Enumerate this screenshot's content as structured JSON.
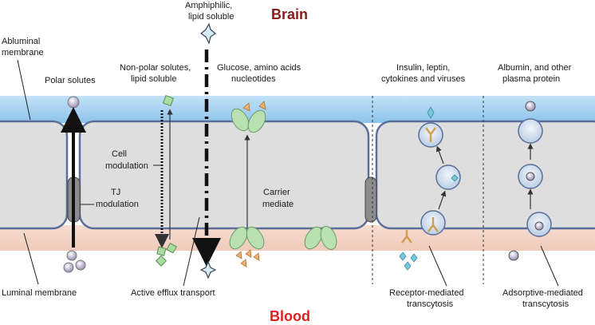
{
  "titles": {
    "brain": "Brain",
    "blood": "Blood"
  },
  "labels": {
    "abluminal_line1": "Abluminal",
    "abluminal_line2": "membrane",
    "luminal": "Luminal membrane",
    "polar": "Polar solutes",
    "amphiphilic_line1": "Amphiphilic,",
    "amphiphilic_line2": "lipid soluble",
    "nonpolar_line1": "Non-polar solutes,",
    "nonpolar_line2": "lipid soluble",
    "glucose_line1": "Glucose, amino acids",
    "glucose_line2": "nucleotides",
    "insulin_line1": "Insulin, leptin,",
    "insulin_line2": "cytokines and viruses",
    "albumin_line1": "Albumin, and other",
    "albumin_line2": "plasma protein",
    "cell_mod_line1": "Cell",
    "cell_mod_line2": "modulation",
    "tj_mod_line1": "TJ",
    "tj_mod_line2": "modulation",
    "carrier_line1": "Carrier",
    "carrier_line2": "mediate",
    "active_efflux": "Active efflux transport",
    "receptor_line1": "Receptor-mediated",
    "receptor_line2": "transcytosis",
    "adsorptive_line1": "Adsorptive-mediated",
    "adsorptive_line2": "transcytosis"
  },
  "colors": {
    "brain_side": "#a8d4f0",
    "blood_side": "#f2d5c8",
    "cell_fill": "#dcdcdc",
    "membrane": "#5b6e9a",
    "carrier": "#a8d8a8",
    "vesicle": "#c8dcf0",
    "brain_title": "#8b1a1a",
    "blood_title": "#e02020"
  }
}
